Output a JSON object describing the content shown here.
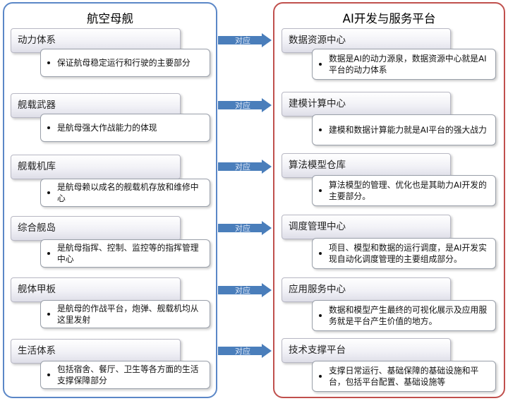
{
  "left_panel": {
    "title": "航空母舰",
    "items": [
      {
        "head": "动力体系",
        "desc": "保证航母稳定运行和行驶的主要部分"
      },
      {
        "head": "舰载武器",
        "desc": "是航母强大作战能力的体现"
      },
      {
        "head": "舰载机库",
        "desc": "是航母赖以成名的舰载机存放和维修中心"
      },
      {
        "head": "综合舰岛",
        "desc": "是航母指挥、控制、监控等的指挥管理中心"
      },
      {
        "head": "舰体甲板",
        "desc": "是航母的作战平台，炮弹、舰载机均从这里发射"
      },
      {
        "head": "生活体系",
        "desc": "包括宿舍、餐厅、卫生等各方面的生活支撑保障部分"
      }
    ]
  },
  "right_panel": {
    "title": "AI开发与服务平台",
    "items": [
      {
        "head": "数据资源中心",
        "desc": "数据是AI的动力源泉，数据资源中心就是AI平台的动力体系"
      },
      {
        "head": "建模计算中心",
        "desc": "建模和数据计算能力就是AI平台的强大战力"
      },
      {
        "head": "算法模型仓库",
        "desc": "算法模型的管理、优化也是其助力AI开发的主要部分。"
      },
      {
        "head": "调度管理中心",
        "desc": "项目、模型和数据的运行调度，是AI开发实现自动化调度管理的主要组成部分。"
      },
      {
        "head": "应用服务中心",
        "desc": "数据和模型产生最终的可视化展示及应用服务就是平台产生价值的地方。"
      },
      {
        "head": "技术支撑平台",
        "desc": "支撑日常运行、基础保障的基础设施和平台，包括平台配置、基础设施等"
      }
    ]
  },
  "connectors": [
    "对应",
    "对应",
    "对应",
    "对应",
    "对应",
    "对应"
  ],
  "colors": {
    "left_border": "#5b87c7",
    "right_border": "#c0504d",
    "arrow": "#4a7ebb"
  }
}
